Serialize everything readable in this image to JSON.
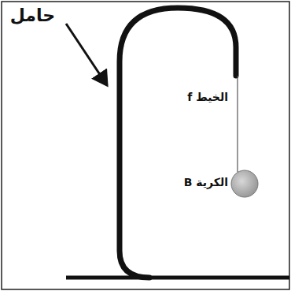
{
  "diagram": {
    "labels": [
      "حامل",
      "الخيط f",
      "الكرية B"
    ]
  }
}
